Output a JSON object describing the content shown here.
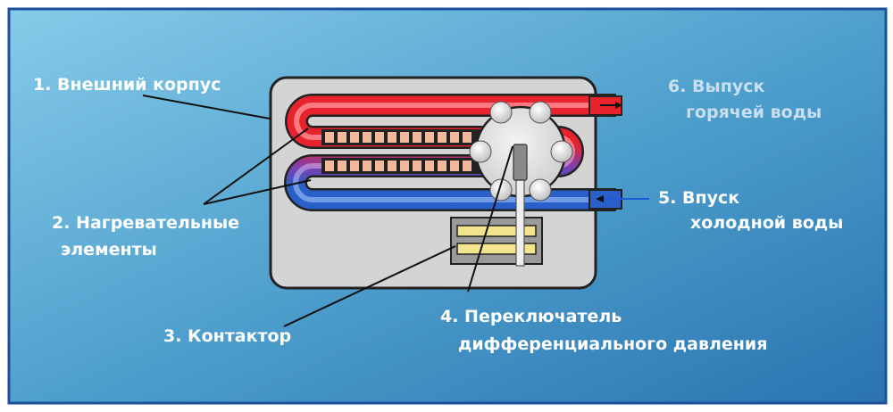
{
  "labels": {
    "outer_casing": "1. Внешний корпус",
    "heating_line1": "2. Нагревательные",
    "heating_line2": "элементы",
    "contactor": "3. Контактор",
    "switch_line1": "4. Переключатель",
    "switch_line2": "дифференциального давления",
    "cold_line1": "5. Впуск",
    "cold_line2": "холодной воды",
    "hot_line1": "6. Выпуск",
    "hot_line2": "горячей воды"
  },
  "colors": {
    "background_light": "#7fc4e4",
    "background_dark": "#2f7fb9",
    "frame": "#1c4f9c",
    "casing": "#d4d4d4",
    "hot_pipe": "#e8232e",
    "cold_pipe": "#2a5fc8",
    "heater": "#f3b79a",
    "contactor": "#f3e58d",
    "label_text": "#ffffff",
    "hot_label_text": "#c9dff0",
    "leader_line": "#111111"
  }
}
